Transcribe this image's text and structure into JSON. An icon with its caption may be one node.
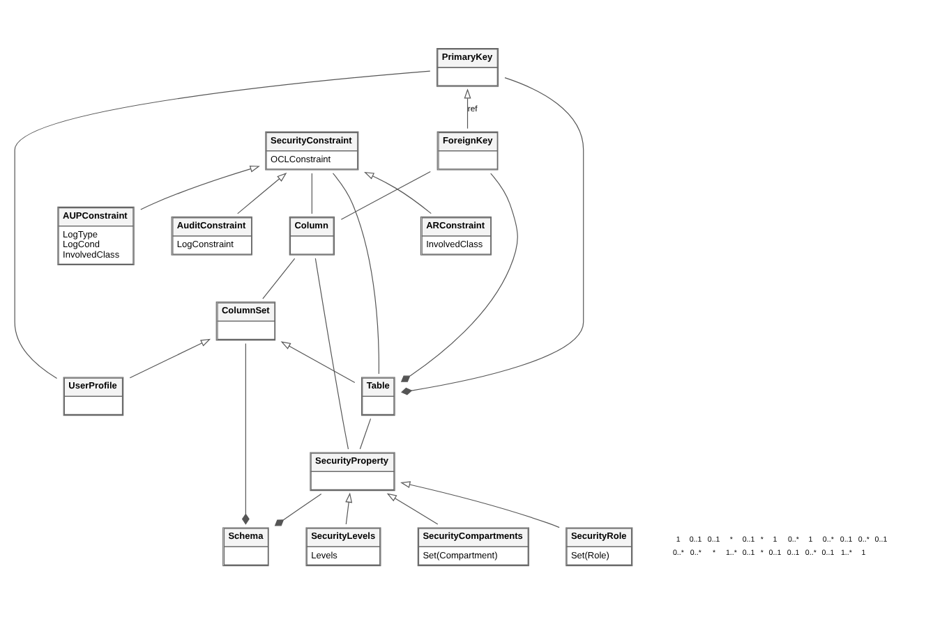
{
  "diagram": {
    "nodes": [
      {
        "text": [
          "Schema"
        ]
      },
      {
        "text": [
          "ColumnSet"
        ]
      },
      {
        "text": [
          "SecurityProperty"
        ]
      },
      {
        "text": [
          "Column"
        ]
      },
      {
        "text": [
          "Table"
        ]
      },
      {
        "text": [
          "SecurityLevels",
          "Levels"
        ]
      },
      {
        "text": [
          "SecurityCompartments",
          "Set(Compartment)"
        ]
      },
      {
        "text": [
          "SecurityRole",
          "Set(Role)"
        ]
      },
      {
        "text": [
          "SecurityConstraint",
          "OCLConstraint"
        ]
      },
      {
        "text": [
          "ForeignKey"
        ]
      },
      {
        "text": [
          "UserProfile"
        ]
      },
      {
        "text": [
          "PrimaryKey"
        ]
      },
      {
        "text": [
          "AuditConstraint",
          "LogConstraint"
        ]
      },
      {
        "text": [
          "ARConstraint",
          "InvolvedClass"
        ]
      },
      {
        "text": [
          "AUPConstraint",
          "LogType",
          "LogCond",
          "InvolvedClass"
        ]
      }
    ],
    "edges": [
      {
        "from": 0,
        "to": 1,
        "arrow": "other"
      },
      {
        "from": 0,
        "to": 2,
        "arrow": "other"
      },
      {
        "from": 4,
        "to": 1,
        "arrow": "to"
      },
      {
        "from": 10,
        "to": 1,
        "arrow": "to"
      },
      {
        "from": 1,
        "to": 3,
        "arrow": "none"
      },
      {
        "from": 2,
        "to": 4,
        "arrow": "none"
      },
      {
        "from": 2,
        "to": 3,
        "arrow": "none"
      },
      {
        "from": 5,
        "to": 2,
        "arrow": "to"
      },
      {
        "from": 6,
        "to": 2,
        "arrow": "to"
      },
      {
        "from": 7,
        "to": 2,
        "arrow": "to"
      },
      {
        "from": 3,
        "to": 8,
        "arrow": "none"
      },
      {
        "from": 4,
        "to": 8,
        "arrow": "none"
      },
      {
        "from": 3,
        "to": 9,
        "arrow": "none"
      },
      {
        "from": 4,
        "to": 9,
        "arrow": "other"
      },
      {
        "from": 4,
        "to": 11,
        "arrow": "other"
      },
      {
        "from": 10,
        "to": 11,
        "arrow": "none"
      },
      {
        "from": 9,
        "to": 11,
        "arrow": "to",
        "label": "ref"
      },
      {
        "from": 12,
        "to": 8,
        "arrow": "to"
      },
      {
        "from": 13,
        "to": 8,
        "arrow": "to"
      },
      {
        "from": 14,
        "to": 8,
        "arrow": "to"
      }
    ],
    "labels": [
      "1",
      "0..1",
      "0..1",
      "*",
      "0..1",
      "*",
      "1",
      "0..*",
      "1",
      "0..*",
      "0..1",
      "0..*",
      "0..1",
      "0..*",
      "0..*",
      "*",
      "1..*",
      "0..1",
      "*",
      "0..1",
      "0..1",
      "0..*",
      "0..1",
      "1..*",
      "1"
    ]
  }
}
